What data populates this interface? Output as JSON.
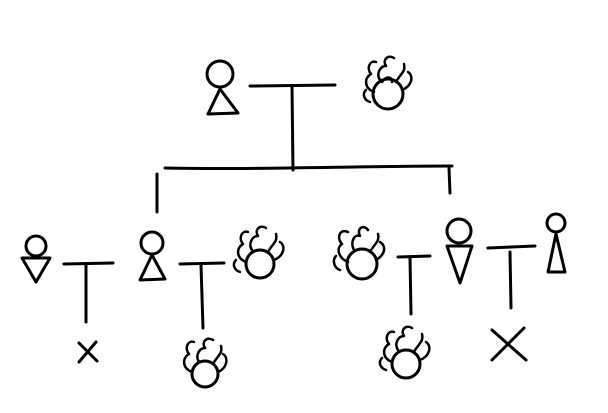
{
  "diagram": {
    "type": "family-tree-sketch",
    "colors": {
      "ink": "#000000",
      "background": "#ffffff"
    },
    "symbols": [
      {
        "id": "gen1-human",
        "icon": "stick-figure-icon"
      },
      {
        "id": "gen1-tentacle",
        "icon": "tentacle-creature-icon"
      },
      {
        "id": "gen2-left-human",
        "icon": "stick-figure-icon"
      },
      {
        "id": "gen2-right-human",
        "icon": "inverted-stick-figure-icon"
      },
      {
        "id": "spouse-left",
        "icon": "inverted-stick-figure-icon"
      },
      {
        "id": "spouse-middle",
        "icon": "tentacle-creature-icon"
      },
      {
        "id": "spouse-right-tentacle",
        "icon": "tentacle-creature-icon"
      },
      {
        "id": "spouse-right",
        "icon": "stick-figure-icon"
      },
      {
        "id": "child-1",
        "icon": "x-mark-icon"
      },
      {
        "id": "child-2",
        "icon": "tentacle-creature-icon"
      },
      {
        "id": "child-3",
        "icon": "tentacle-creature-icon"
      },
      {
        "id": "child-4",
        "icon": "x-mark-icon"
      }
    ]
  }
}
